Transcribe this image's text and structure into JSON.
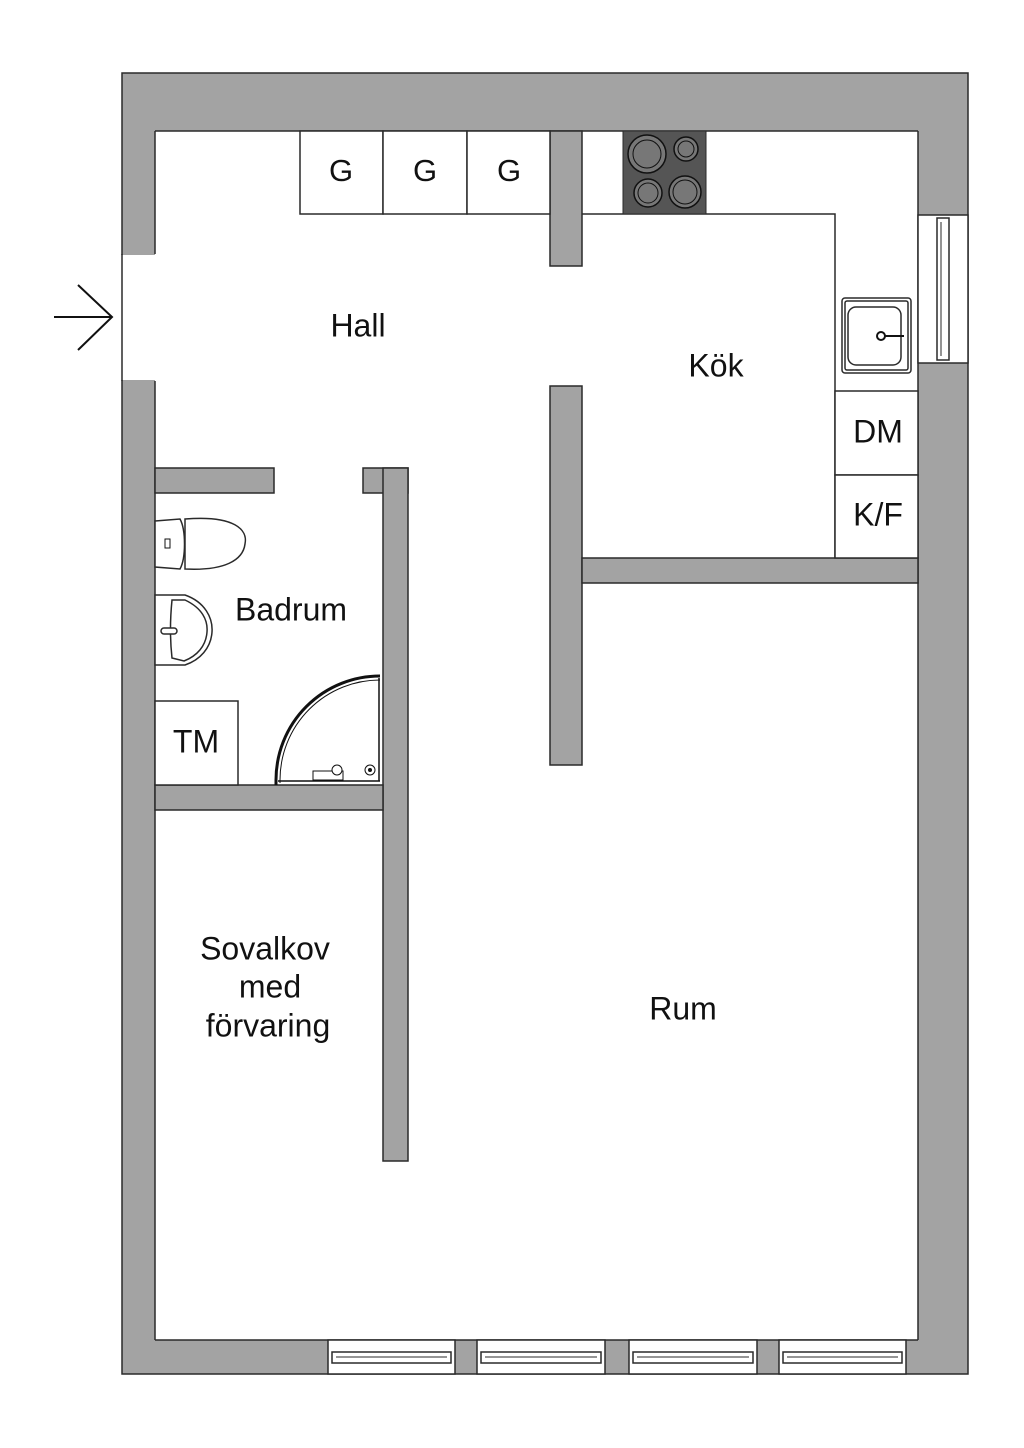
{
  "rooms": {
    "hall": "Hall",
    "kitchen": "Kök",
    "bathroom": "Badrum",
    "sleeping_alcove": [
      "Sovalkov",
      "med",
      "förvaring"
    ],
    "living_room": "Rum"
  },
  "fixtures": {
    "wardrobe": "G",
    "dishwasher": "DM",
    "fridge_freezer": "K/F",
    "washing_machine": "TM"
  },
  "colors": {
    "wall": "#a3a3a3",
    "stove": "#555555"
  }
}
